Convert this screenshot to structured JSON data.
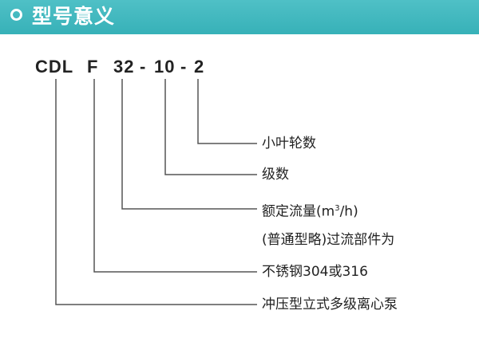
{
  "header": {
    "title": "型号意义",
    "icon": "circle-outline-icon"
  },
  "model_code": {
    "series": "CDL",
    "material": "F",
    "flow": "32",
    "dash1": "-",
    "stages": "10",
    "dash2": "-",
    "small_impellers": "2"
  },
  "meanings": {
    "small_impellers": "小叶轮数",
    "stages": "级数",
    "flow_prefix": "额定流量(m",
    "flow_sup": "3",
    "flow_suffix": "/h)",
    "material_line1": "(普通型略)过流部件为",
    "material_line2": "不锈钢304或316",
    "series": "冲压型立式多级离心泵"
  },
  "colors": {
    "header": "#3db6bc",
    "text": "#222222",
    "lines": "#555555"
  }
}
